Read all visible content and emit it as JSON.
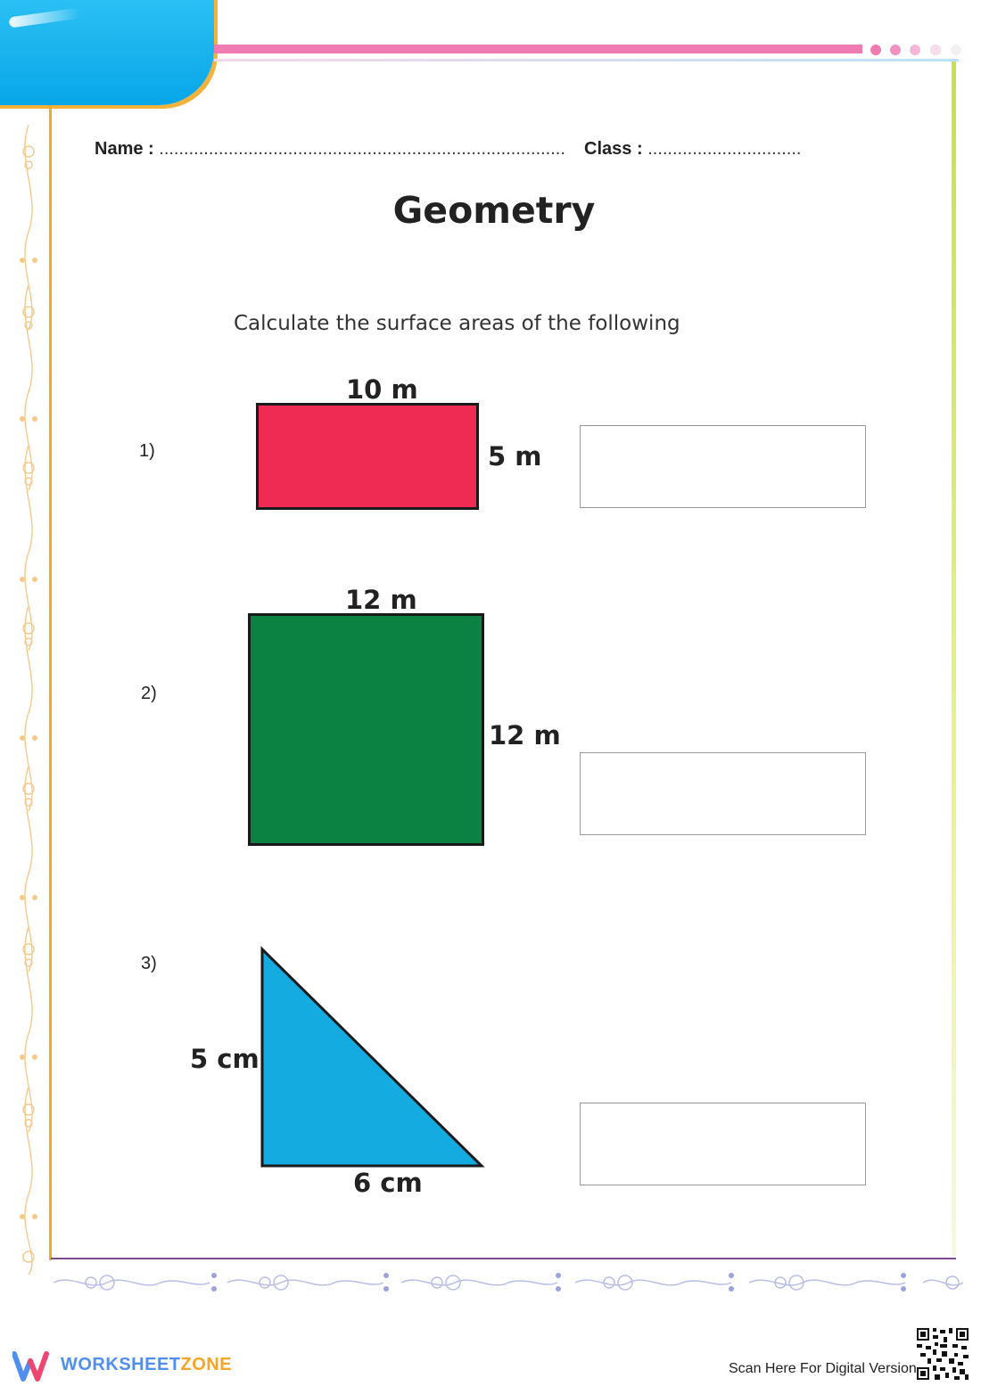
{
  "header": {
    "name_label": "Name :",
    "name_dots": "..................................................................................",
    "class_label": "Class :",
    "class_dots": "..............................."
  },
  "title": "Geometry",
  "instruction": "Calculate the surface areas of the following",
  "questions": [
    {
      "number": "1)",
      "shape": "rectangle",
      "color": "#ef2b54",
      "top_label": "10 m",
      "side_label": "5 m"
    },
    {
      "number": "2)",
      "shape": "square",
      "color": "#0b8242",
      "top_label": "12 m",
      "side_label": "12 m"
    },
    {
      "number": "3)",
      "shape": "right-triangle",
      "color": "#13abe0",
      "side_label": "5 cm",
      "bottom_label": "6 cm"
    }
  ],
  "footer": {
    "logo_part1": "WORKSHEET",
    "logo_part2": "ZONE",
    "scan_text": "Scan Here For Digital Version"
  },
  "colors": {
    "accent_pink": "#f07ab2",
    "border_orange": "#f2a928",
    "border_green": "#c8e04a",
    "corner_blue": "#07a6e8"
  }
}
